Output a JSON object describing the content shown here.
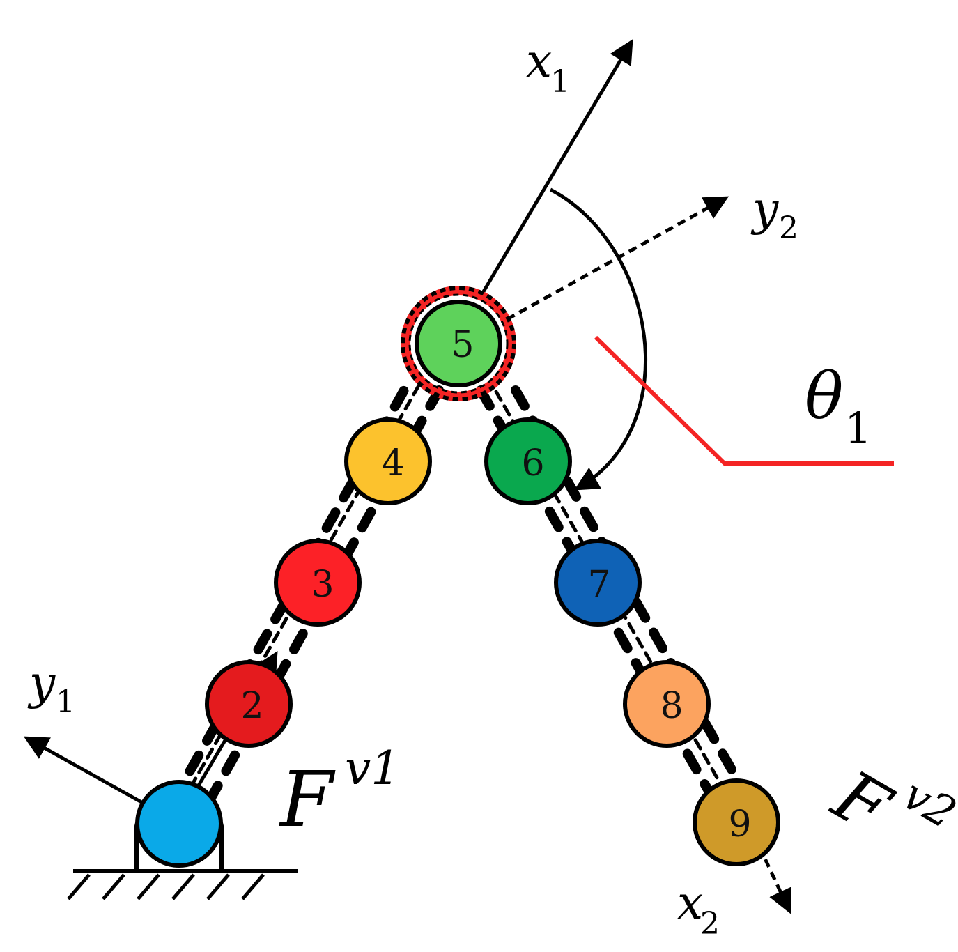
{
  "nodes": [
    {
      "id": "1",
      "label": "",
      "color": "#0aa9e8"
    },
    {
      "id": "2",
      "label": "2",
      "color": "#e41b1e"
    },
    {
      "id": "3",
      "label": "3",
      "color": "#fc2127"
    },
    {
      "id": "4",
      "label": "4",
      "color": "#fcc22d"
    },
    {
      "id": "5",
      "label": "5",
      "color": "#5ed25b"
    },
    {
      "id": "6",
      "label": "6",
      "color": "#0aa84e"
    },
    {
      "id": "7",
      "label": "7",
      "color": "#0f62b6"
    },
    {
      "id": "8",
      "label": "8",
      "color": "#fca35f"
    },
    {
      "id": "9",
      "label": "9",
      "color": "#cf9a29"
    }
  ],
  "axes": {
    "x1": {
      "main": "x",
      "sub": "1"
    },
    "y1": {
      "main": "y",
      "sub": "1"
    },
    "x2": {
      "main": "x",
      "sub": "2"
    },
    "y2": {
      "main": "y",
      "sub": "2"
    }
  },
  "angle": {
    "main": "θ",
    "sub": "1"
  },
  "forces": {
    "f1": {
      "main": "F",
      "sup": "v1"
    },
    "f2": {
      "main": "F",
      "sup": "v2"
    }
  },
  "colors": {
    "highlight_ring": "#f42424",
    "angle_pointer": "#f42424",
    "stroke": "#000000"
  }
}
